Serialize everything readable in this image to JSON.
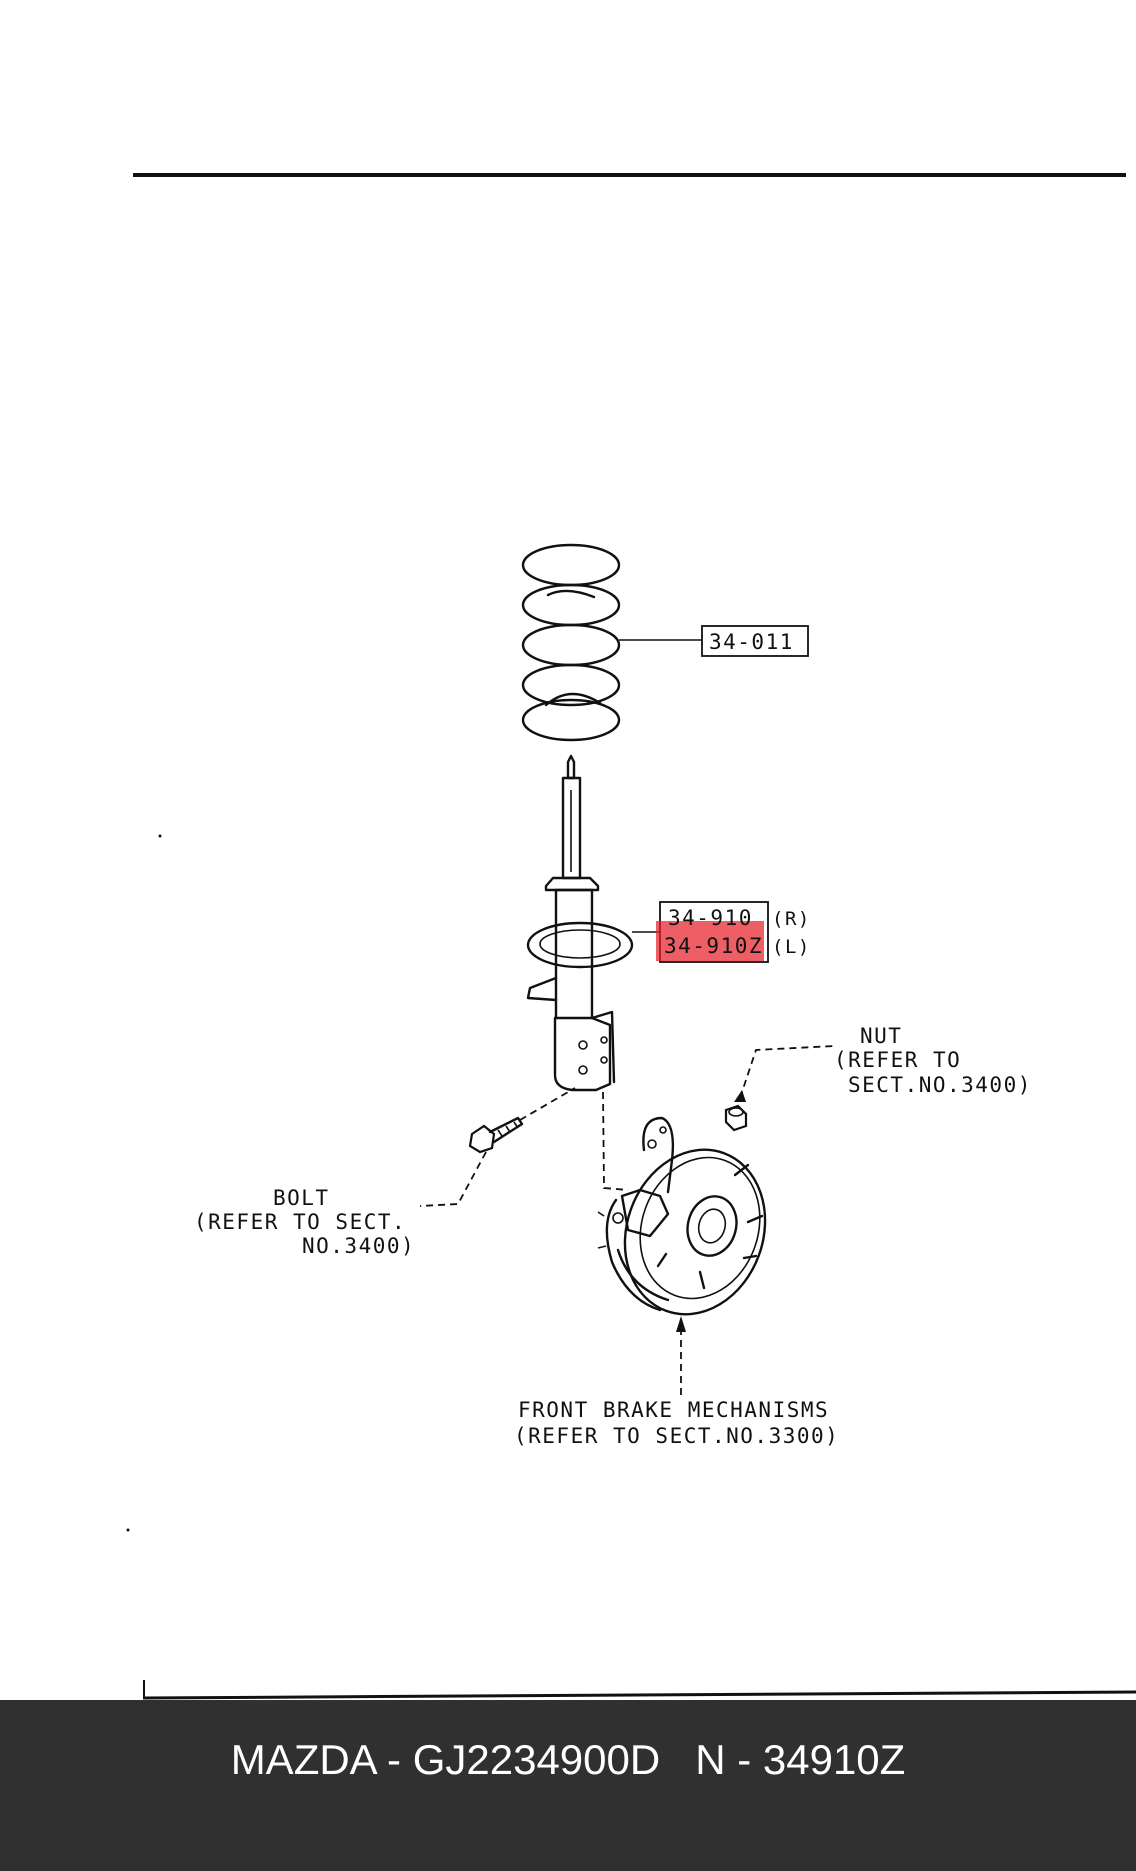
{
  "diagram": {
    "labels": {
      "spring_part": "34-011",
      "strut_part_r": "34-910",
      "strut_part_r_side": "(R)",
      "strut_part_l": "34-910Z",
      "strut_part_l_side": "(L)",
      "nut_line1": "NUT",
      "nut_line2": "(REFER TO",
      "nut_line3": "SECT.NO.3400)",
      "bolt_line1": "BOLT",
      "bolt_line2": "(REFER TO SECT.",
      "bolt_line3": "NO.3400)",
      "brake_line1": "FRONT BRAKE MECHANISMS",
      "brake_line2": "(REFER TO SECT.NO.3300)"
    },
    "highlight_color": "#e8202a"
  },
  "footer": {
    "text": "MAZDA - GJ2234900D   N - 34910Z",
    "background": "#303030"
  }
}
